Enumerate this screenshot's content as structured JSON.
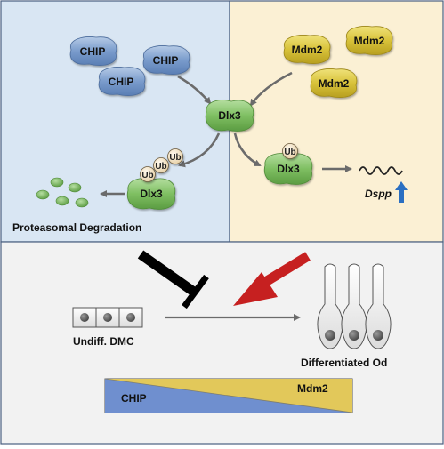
{
  "top_left": {
    "chip_labels": [
      "CHIP",
      "CHIP",
      "CHIP"
    ],
    "dlx3_center": "Dlx3",
    "dlx3_degradation": "Dlx3",
    "ub_labels": [
      "Ub",
      "Ub",
      "Ub"
    ],
    "proteasomal_label": "Proteasomal Degradation"
  },
  "top_right": {
    "mdm2_labels": [
      "Mdm2",
      "Mdm2",
      "Mdm2"
    ],
    "dlx3_ub": "Dlx3",
    "ub_label": "Ub",
    "dspp_label": "Dspp"
  },
  "bottom": {
    "undiff_label": "Undiff. DMC",
    "differentiated_label": "Differentiated Od",
    "gradient_left": "CHIP",
    "gradient_right": "Mdm2"
  },
  "colors": {
    "left_panel_bg": "#d9e6f3",
    "right_panel_bg": "#fbf0d4",
    "bottom_panel_bg": "#f2f2f2",
    "chip_fill": "#7a9ccc",
    "mdm2_fill": "#d8c23a",
    "dlx3_fill": "#7fbf62",
    "ub_fill": "#f3e3c3",
    "inhibit_arrow": "#000000",
    "activate_arrow": "#c62020",
    "up_arrow": "#2a6fc2"
  }
}
